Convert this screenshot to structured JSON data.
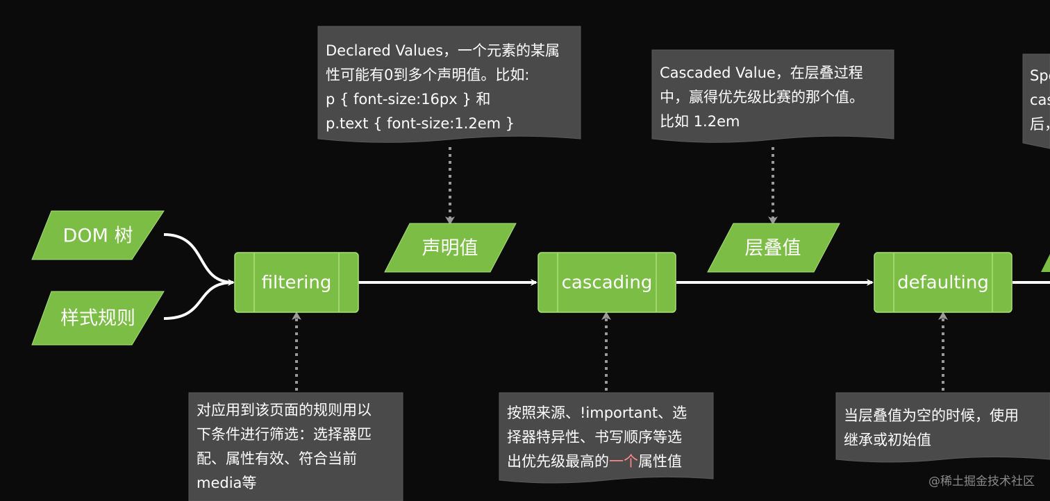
{
  "colors": {
    "background": "#0b0b0b",
    "node_fill": "#7cbd45",
    "node_stroke": "#a9e07a",
    "note_fill": "#4a4a4a",
    "connector": "#ffffff",
    "dotted_arrow": "#9a9a9a",
    "highlight": "#ff8a8a"
  },
  "inputs": {
    "dom_tree": "DOM 树",
    "style_rules": "样式规则"
  },
  "processes": {
    "filtering": "filtering",
    "cascading": "cascading",
    "defaulting": "defaulting"
  },
  "values": {
    "declared": "声明值",
    "cascaded": "层叠值"
  },
  "notes": {
    "declared": [
      "Declared Values，一个元素的某属",
      "性可能有0到多个声明值。比如:",
      "p { font-size:16px } 和",
      "p.text { font-size:1.2em }"
    ],
    "cascaded": [
      "Cascaded Value，在层叠过程",
      "中，赢得优先级比赛的那个值。",
      "比如 1.2em"
    ],
    "specified": [
      "Speci",
      "casca",
      "后，使"
    ],
    "filtering": [
      "对应用到该页面的规则用以",
      "下条件进行筛选：选择器匹",
      "配、属性有效、符合当前",
      "media等"
    ],
    "cascading": {
      "line1": "按照来源、!important、选",
      "line2": "择器特异性、书写顺序等选",
      "line3_before": "出优先级最高的",
      "line3_highlight": "一个",
      "line3_after": "属性值"
    },
    "defaulting": [
      "当层叠值为空的时候，使用",
      "继承或初始值"
    ]
  },
  "watermark": "@稀土掘金技术社区"
}
